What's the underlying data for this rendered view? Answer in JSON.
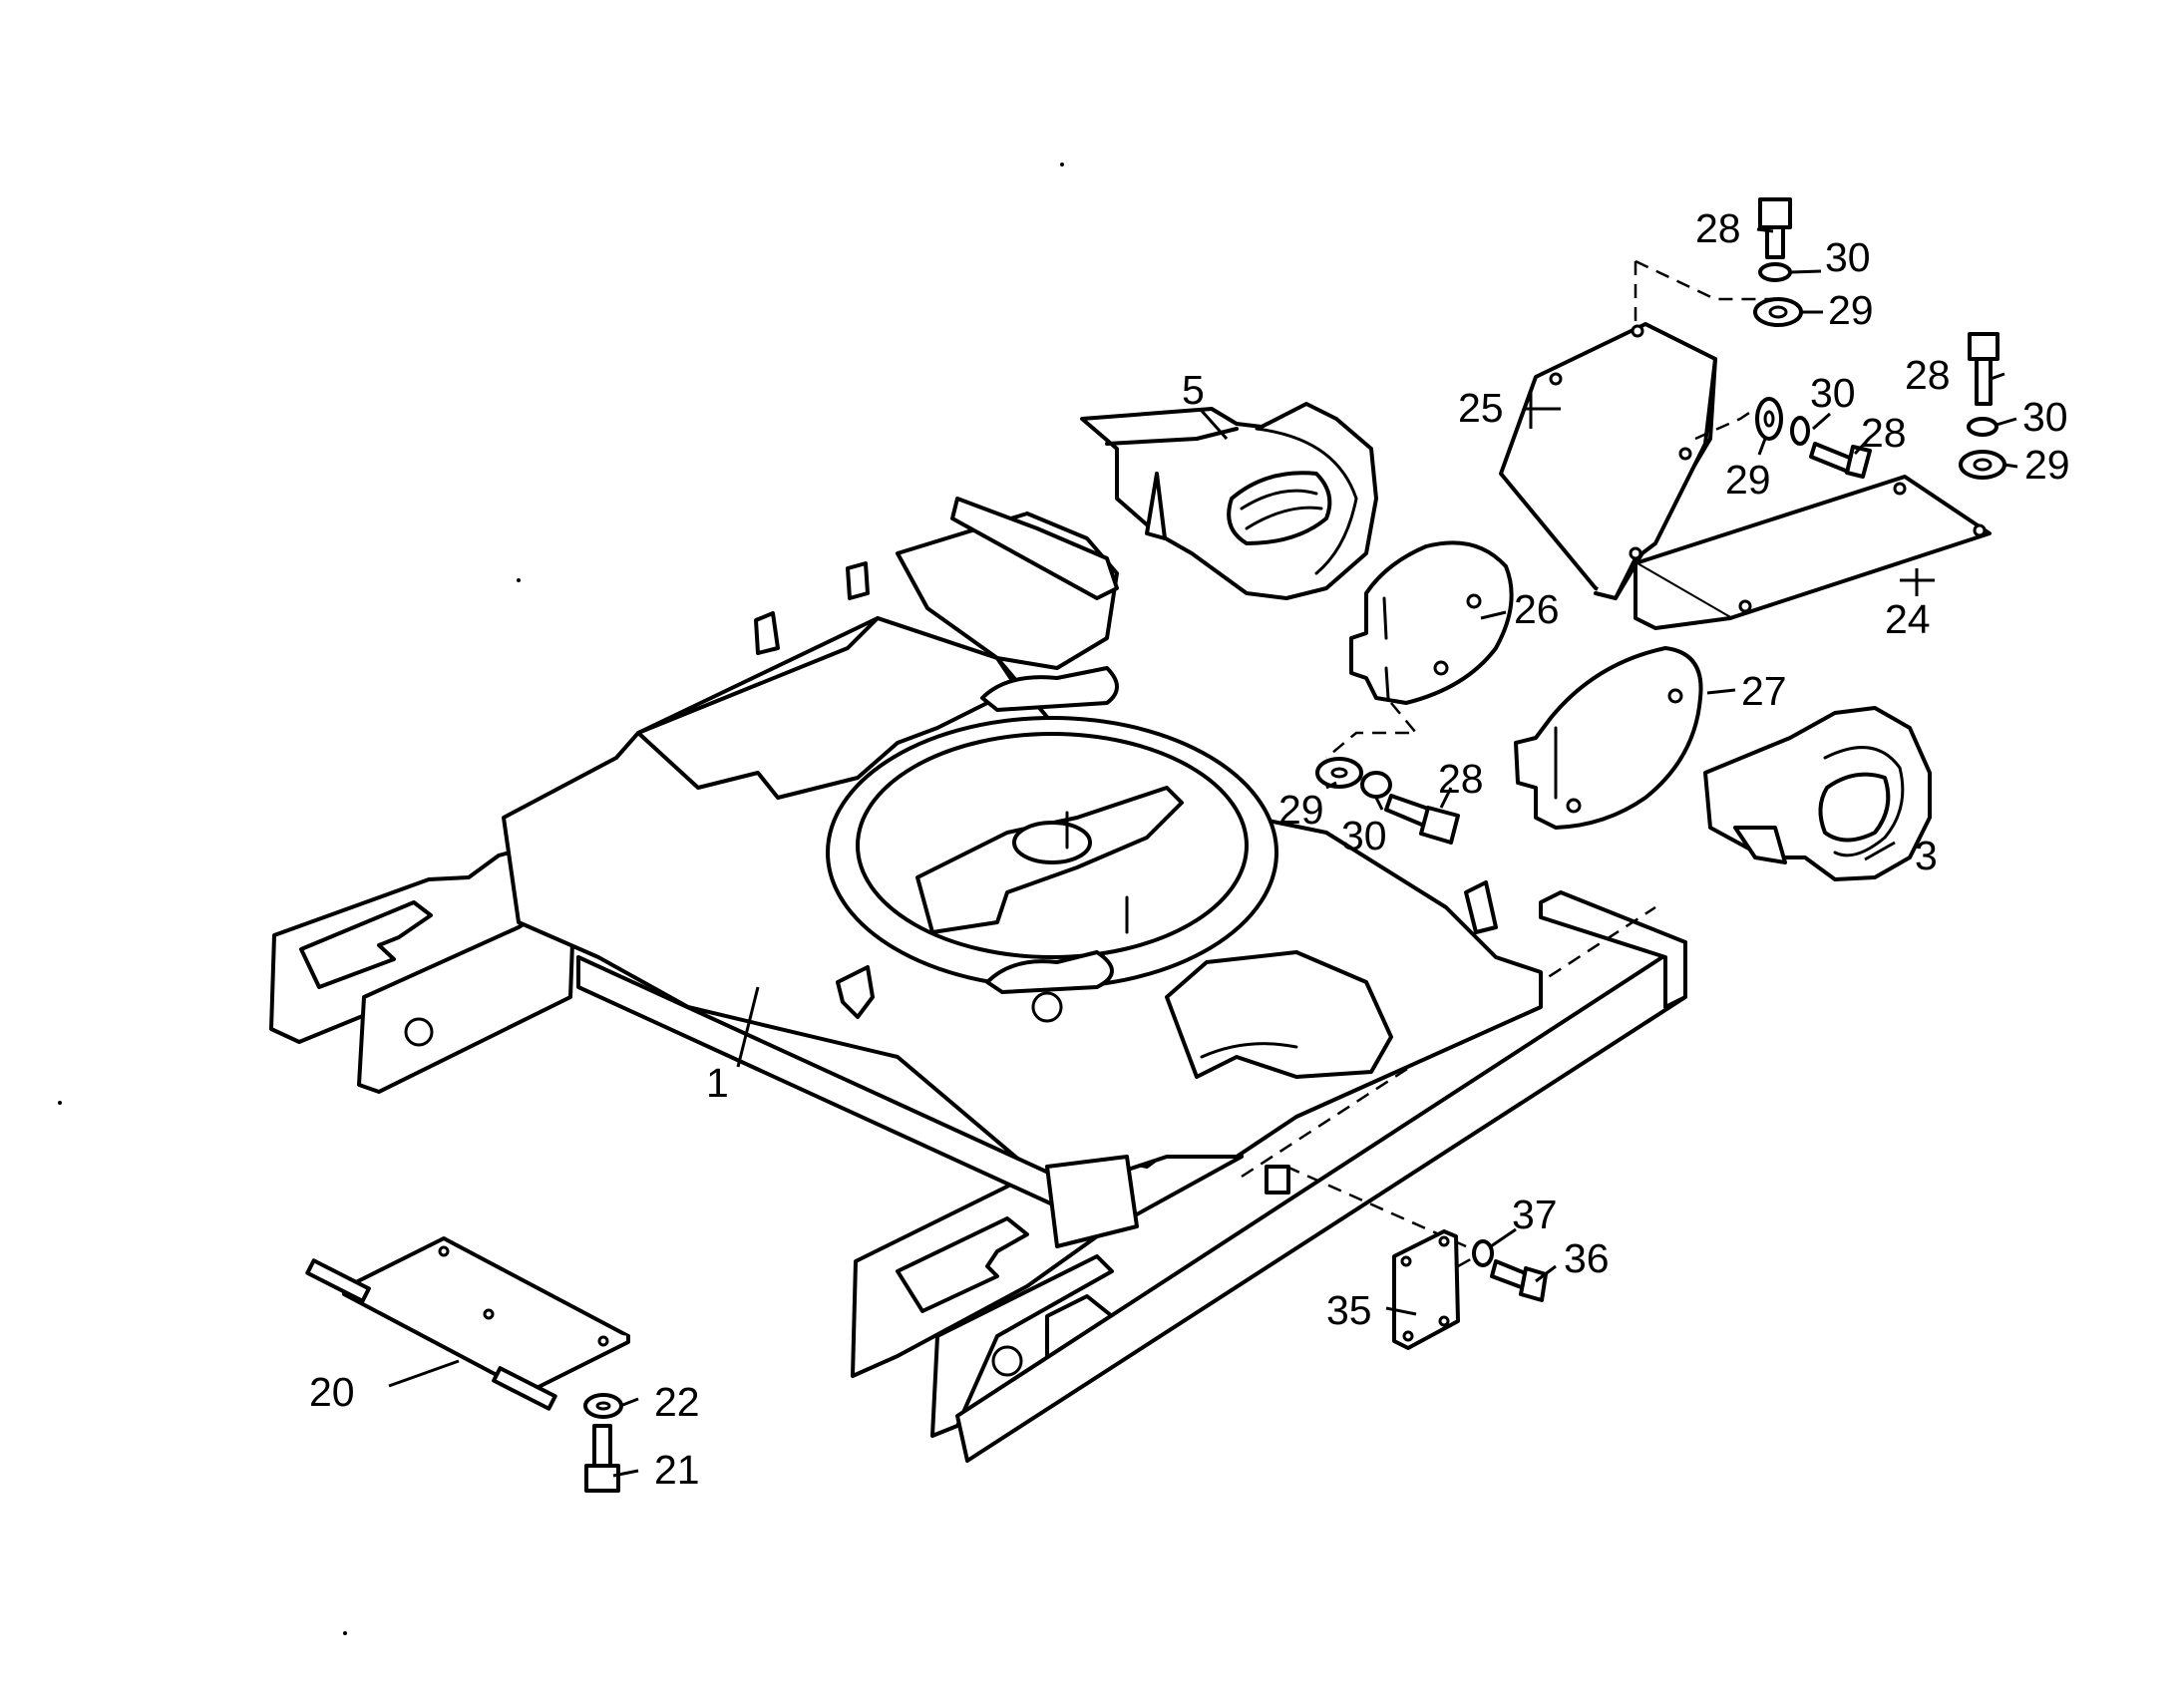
{
  "diagram": {
    "callouts": {
      "c1": "1",
      "c3": "3",
      "c5": "5",
      "c20": "20",
      "c21": "21",
      "c22": "22",
      "c24": "24",
      "c25": "25",
      "c26": "26",
      "c27": "27",
      "c28a": "28",
      "c28b": "28",
      "c28c": "28",
      "c28d": "28",
      "c29a": "29",
      "c29b": "29",
      "c29c": "29",
      "c29d": "29",
      "c30a": "30",
      "c30b": "30",
      "c30c": "30",
      "c30d": "30",
      "c35": "35",
      "c36": "36",
      "c37": "37"
    }
  }
}
